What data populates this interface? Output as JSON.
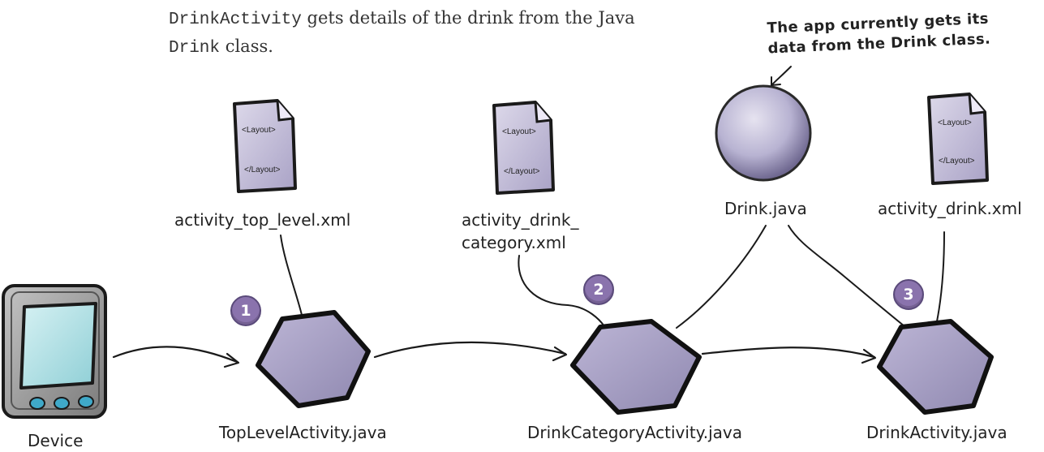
{
  "intro": {
    "line1_code": "DrinkActivity",
    "line1_text": " gets details of the drink from the Java",
    "line2_code": "Drink",
    "line2_text": " class."
  },
  "callout": {
    "line1": "The app currently gets its",
    "line2": "data from the Drink class."
  },
  "layouts": [
    {
      "name": "activity_top_level.xml",
      "open_tag": "<Layout>",
      "close_tag": "</Layout>"
    },
    {
      "name_line1": "activity_drink_",
      "name_line2": "category.xml",
      "open_tag": "<Layout>",
      "close_tag": "</Layout>"
    },
    {
      "name": "activity_drink.xml",
      "open_tag": "<Layout>",
      "close_tag": "</Layout>"
    }
  ],
  "drink_class": {
    "name": "Drink.java"
  },
  "activities": [
    {
      "step": "1",
      "name": "TopLevelActivity.java"
    },
    {
      "step": "2",
      "name": "DrinkCategoryActivity.java"
    },
    {
      "step": "3",
      "name": "DrinkActivity.java"
    }
  ],
  "device": {
    "label": "Device"
  },
  "colors": {
    "hexagon_fill": "#aba4c6",
    "sphere_fill": "#b8b3d2",
    "doc_fill": "#c7c2dc",
    "step_badge": "#8a73ad",
    "outline": "#1a1a1a"
  }
}
